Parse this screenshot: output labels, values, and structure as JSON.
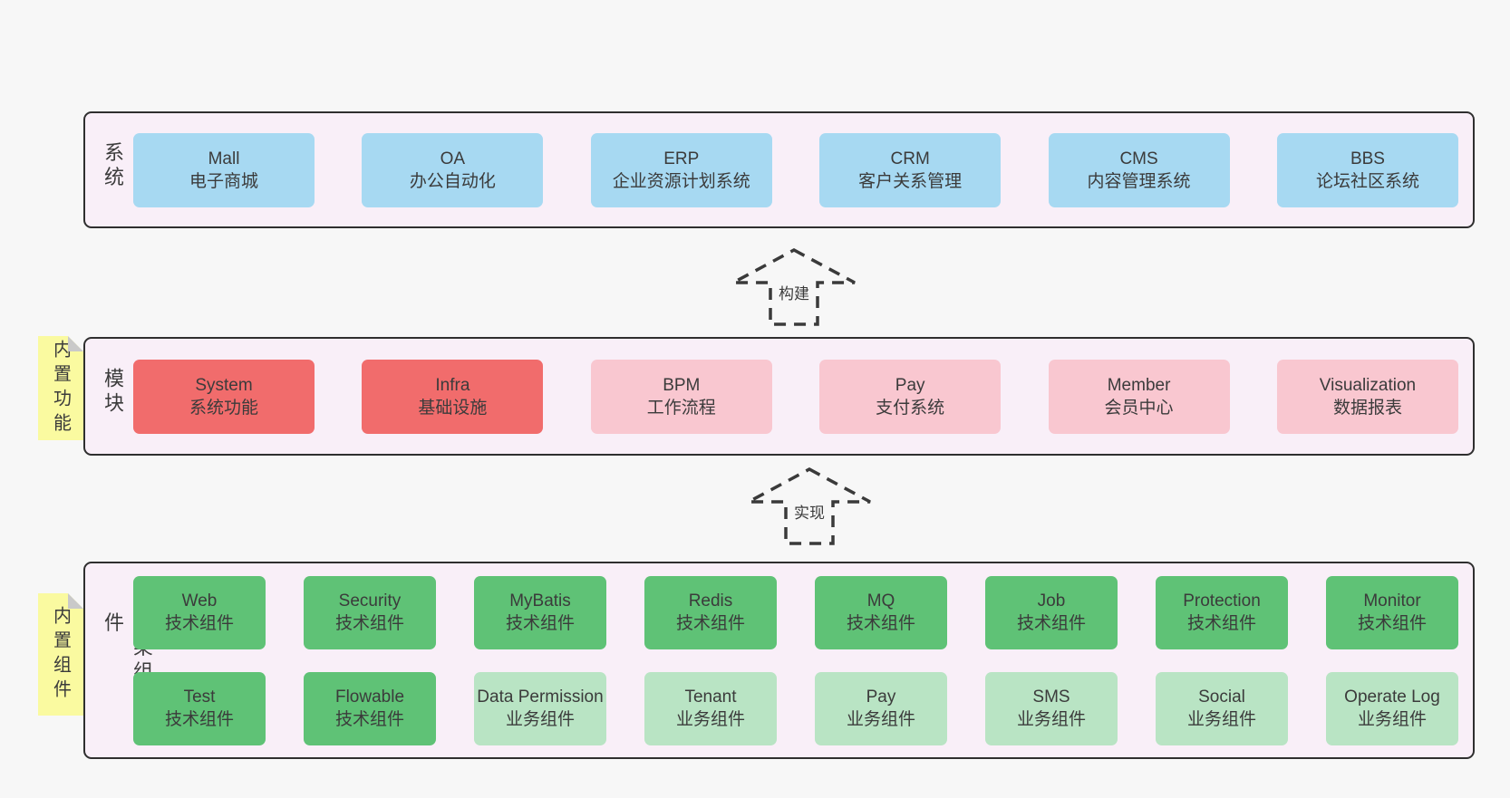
{
  "colors": {
    "page-bg": "#f7f7f7",
    "section-bg": "#f9eff8",
    "section-border": "#2f2f2f",
    "blue": "#a7d9f2",
    "red": "#f16c6c",
    "pink": "#f9c7d0",
    "green": "#5fc276",
    "green-light": "#b9e4c4",
    "yellow": "#fafaa0",
    "fold": "#c9c9c9",
    "text": "#3b3b3b",
    "arrow": "#3a3a3a"
  },
  "arrows": [
    {
      "label": "构建"
    },
    {
      "label": "实现"
    }
  ],
  "sections": [
    {
      "label": "业务系统",
      "boxes": [
        {
          "name": "Mall",
          "desc": "电子商城"
        },
        {
          "name": "OA",
          "desc": "办公自动化"
        },
        {
          "name": "ERP",
          "desc": "企业资源计划系统"
        },
        {
          "name": "CRM",
          "desc": "客户关系管理"
        },
        {
          "name": "CMS",
          "desc": "内容管理系统"
        },
        {
          "name": "BBS",
          "desc": "论坛社区系统"
        }
      ]
    },
    {
      "label": "通用模块",
      "sticky": "内置功能",
      "boxes": [
        {
          "name": "System",
          "desc": "系统功能"
        },
        {
          "name": "Infra",
          "desc": "基础设施"
        },
        {
          "name": "BPM",
          "desc": "工作流程"
        },
        {
          "name": "Pay",
          "desc": "支付系统"
        },
        {
          "name": "Member",
          "desc": "会员中心"
        },
        {
          "name": "Visualization",
          "desc": "数据报表"
        }
      ]
    },
    {
      "label": "框架组件",
      "sticky": "内置组件",
      "rows": [
        [
          {
            "name": "Web",
            "desc": "技术组件"
          },
          {
            "name": "Security",
            "desc": "技术组件"
          },
          {
            "name": "MyBatis",
            "desc": "技术组件"
          },
          {
            "name": "Redis",
            "desc": "技术组件"
          },
          {
            "name": "MQ",
            "desc": "技术组件"
          },
          {
            "name": "Job",
            "desc": "技术组件"
          },
          {
            "name": "Protection",
            "desc": "技术组件"
          },
          {
            "name": "Monitor",
            "desc": "技术组件"
          }
        ],
        [
          {
            "name": "Test",
            "desc": "技术组件"
          },
          {
            "name": "Flowable",
            "desc": "技术组件"
          },
          {
            "name": "Data Permission",
            "desc": "业务组件"
          },
          {
            "name": "Tenant",
            "desc": "业务组件"
          },
          {
            "name": "Pay",
            "desc": "业务组件"
          },
          {
            "name": "SMS",
            "desc": "业务组件"
          },
          {
            "name": "Social",
            "desc": "业务组件"
          },
          {
            "name": "Operate Log",
            "desc": "业务组件"
          }
        ]
      ]
    }
  ]
}
